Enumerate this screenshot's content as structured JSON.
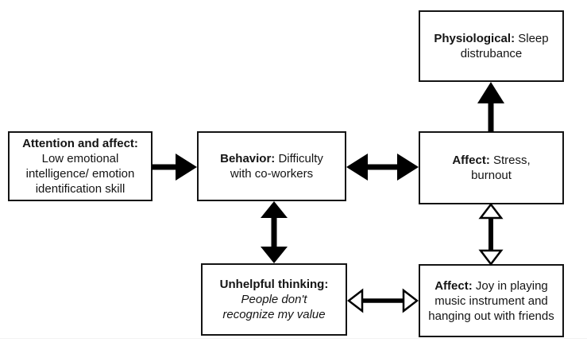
{
  "diagram": {
    "type": "flow-diagram",
    "colors": {
      "background": "#ffffff",
      "box_fill": "#ffffff",
      "line": "#000000",
      "text": "#141414"
    },
    "boxes": {
      "physiological": {
        "label": "Physiological:",
        "text": "Sleep distrubance"
      },
      "attention_and_affect": {
        "label": "Attention and affect:",
        "text": "Low emotional intelligence/ emotion identification skill"
      },
      "behavior": {
        "label": "Behavior:",
        "text": "Difficulty with co-workers"
      },
      "affect_stress": {
        "label": "Affect:",
        "text": "Stress, burnout"
      },
      "unhelpful_thinking": {
        "label": "Unhelpful thinking:",
        "text": "People don't recognize my value",
        "text_style": "italic"
      },
      "affect_joy": {
        "label": "Affect:",
        "text": "Joy in playing music instrument and hanging out with friends"
      }
    },
    "arrows": [
      {
        "id": "attention-to-behavior",
        "from": "attention_and_affect",
        "to": "behavior",
        "direction": "right",
        "heads": "single",
        "head_style": "solid"
      },
      {
        "id": "behavior-affect-stress",
        "from": "behavior",
        "to": "affect_stress",
        "direction": "horizontal",
        "heads": "double",
        "head_style": "solid"
      },
      {
        "id": "affect-stress-to-physiological",
        "from": "affect_stress",
        "to": "physiological",
        "direction": "up",
        "heads": "single",
        "head_style": "solid"
      },
      {
        "id": "behavior-unhelpful-thinking",
        "from": "behavior",
        "to": "unhelpful_thinking",
        "direction": "vertical",
        "heads": "double",
        "head_style": "solid"
      },
      {
        "id": "affect-stress-affect-joy",
        "from": "affect_stress",
        "to": "affect_joy",
        "direction": "vertical",
        "heads": "double",
        "head_style": "hollow"
      },
      {
        "id": "unhelpful-thinking-affect-joy",
        "from": "unhelpful_thinking",
        "to": "affect_joy",
        "direction": "horizontal",
        "heads": "double",
        "head_style": "hollow"
      }
    ]
  }
}
